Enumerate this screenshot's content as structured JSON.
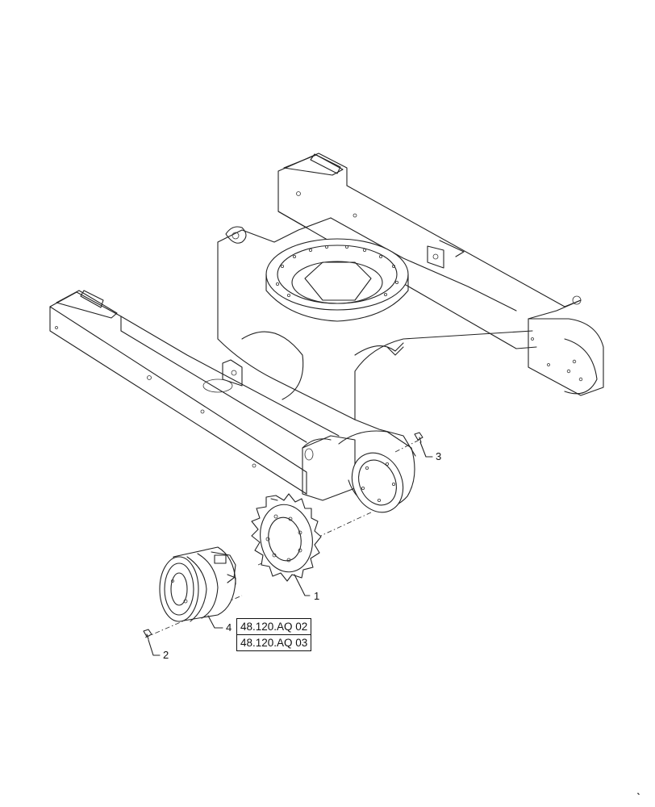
{
  "callouts": {
    "c1": "1",
    "c2": "2",
    "c3": "3",
    "c4": "4"
  },
  "references": [
    "48.120.AQ 02",
    "48.120.AQ 03"
  ]
}
